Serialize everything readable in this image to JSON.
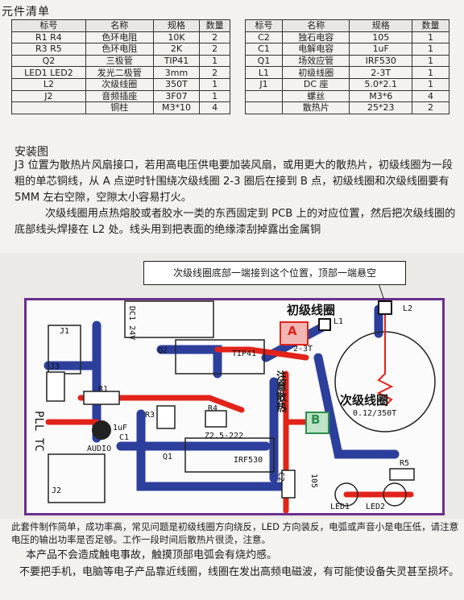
{
  "doc": {
    "title": "元件清单",
    "headers": [
      "标号",
      "名称",
      "规格",
      "数量"
    ],
    "left_rows": [
      [
        "R1 R4",
        "色环电阻",
        "10K",
        "2"
      ],
      [
        "R3 R5",
        "色环电阻",
        "2K",
        "2"
      ],
      [
        "Q2",
        "三极管",
        "TIP41",
        "1"
      ],
      [
        "LED1 LED2",
        "发光二极管",
        "3mm",
        "2"
      ],
      [
        "L2",
        "次级线圈",
        "350T",
        "1"
      ],
      [
        "J2",
        "音频插座",
        "3F07",
        "1"
      ],
      [
        "",
        "铜柱",
        "M3*10",
        "4"
      ]
    ],
    "right_rows": [
      [
        "C2",
        "独石电容",
        "105",
        "1"
      ],
      [
        "C1",
        "电解电容",
        "1uF",
        "1"
      ],
      [
        "Q1",
        "场效应管",
        "IRF530",
        "1"
      ],
      [
        "L1",
        "初级线圈",
        "2-3T",
        "1"
      ],
      [
        "J1",
        "DC 座",
        "5.0*2.1",
        "1"
      ],
      [
        "",
        "螺丝",
        "M3*6",
        "4"
      ],
      [
        "",
        "散热片",
        "25*23",
        "2"
      ]
    ],
    "install_title": "安装图",
    "para1": "J3 位置为散热片风扇接口，若用高电压供电要加装风扇，或用更大的散热片，初级线圈为一段粗的单芯铜线，从 A 点逆时针围绕次级线圈 2-3 圈后在接到 B 点，初级线圈和次级线圈要有 5MM 左右空隙，空隙太小容易打火。",
    "para2": "次级线圈用点热熔胶或者胶水一类的东西固定到 PCB 上的对应位置，然后把次级线圈的底部线头焊接在 L2 处。线头用到把表面的绝缘漆刮掉露出金属铜",
    "foot1": "此套件制作简单，成功率高，常见问题是初级线圈方向绕反，LED 方向装反，电弧或声音小是电压低，请注意电压的输出功率是否足够。工作一段时间后散热片很烫，注意。",
    "foot2": "本产品不会造成触电事故，触摸顶部电弧会有烧灼感。",
    "foot3": "不要把手机，电脑等电子产品靠近线圈，线圈在发出高频电磁波，有可能使设备失灵甚至损坏。"
  },
  "pcb": {
    "callout": "次级线圈底部一端接到这个位置，顶部一端悬空",
    "primary_coil": "初级线圈",
    "secondary_coil": "次级线圈",
    "secondary_spec": "0.12/350T",
    "point_a": "A",
    "point_b": "B",
    "turns": "2-3T",
    "l1": "L1",
    "l2": "L2",
    "j1": "J1",
    "j2": "J2",
    "j3": "J3",
    "dc": "DC1  24V",
    "q1": "Q1",
    "q2": "Q2",
    "tip": "TIP41",
    "irf": "IRF530",
    "r1": "R1",
    "r3": "R3",
    "r4": "R4",
    "r5": "R5",
    "c1": "C1",
    "c2": "C2",
    "c1_val": "1uF",
    "c2_val": "105",
    "audio": "AUDIO",
    "pll": "PLL TC",
    "led1": "LED1",
    "led2": "LED2",
    "heatsink_note": "注意散热",
    "code": "Z2.5-222",
    "colors": {
      "blue": "#2d3f9c",
      "red": "#e2231a",
      "purple": "#6b2f8d",
      "green": "#2b8f4c"
    }
  }
}
